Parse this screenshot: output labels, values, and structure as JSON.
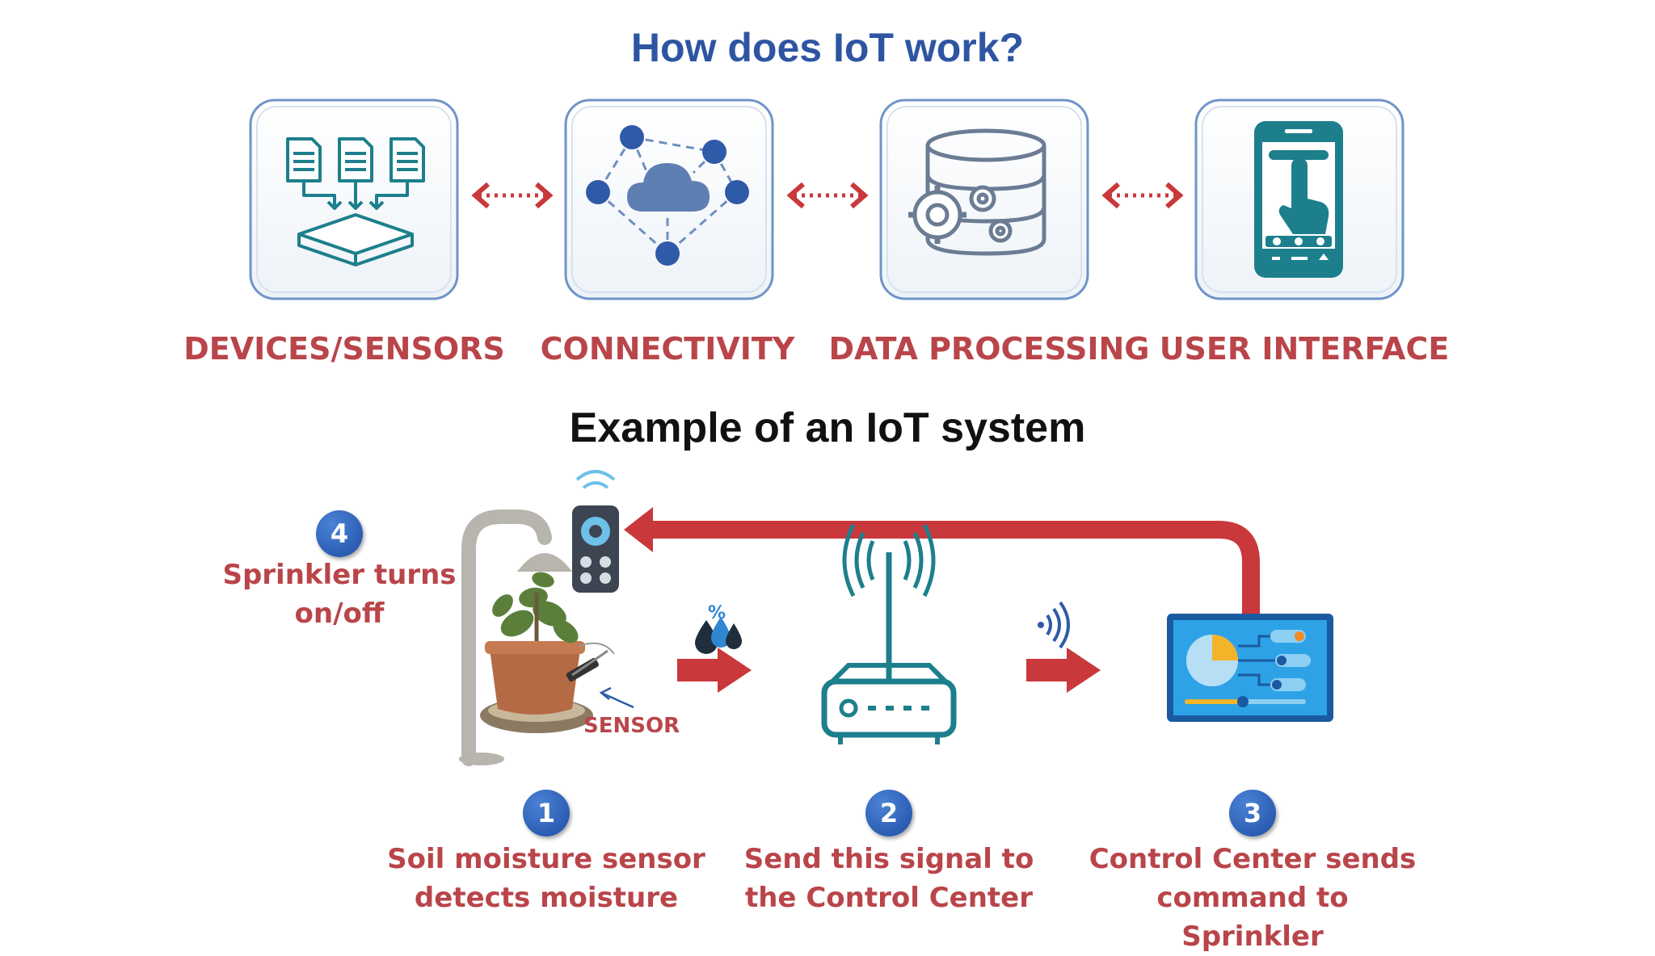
{
  "header": {
    "title": "How does IoT work?"
  },
  "stages": [
    {
      "label": "DEVICES/SENSORS",
      "icon": "documents-to-tray-icon"
    },
    {
      "label": "CONNECTIVITY",
      "icon": "cloud-network-icon"
    },
    {
      "label": "DATA PROCESSING",
      "icon": "database-gears-icon"
    },
    {
      "label": "USER INTERFACE",
      "icon": "smartphone-touch-icon"
    }
  ],
  "example": {
    "title": "Example of an IoT system",
    "sensor_label": "SENSOR",
    "steps": [
      {
        "number": "1",
        "line1": "Soil moisture sensor",
        "line2": "detects moisture"
      },
      {
        "number": "2",
        "line1": "Send this signal to",
        "line2": "the Control Center"
      },
      {
        "number": "3",
        "line1": "Control Center sends",
        "line2": "command to Sprinkler"
      },
      {
        "number": "4",
        "line1": "Sprinkler turns",
        "line2": "on/off"
      }
    ],
    "humidity_symbol": "%"
  },
  "colors": {
    "title_blue": "#2e55a2",
    "accent_red": "#b9454a",
    "icon_teal": "#1d7f8c",
    "arrow_red": "#c9383a"
  }
}
